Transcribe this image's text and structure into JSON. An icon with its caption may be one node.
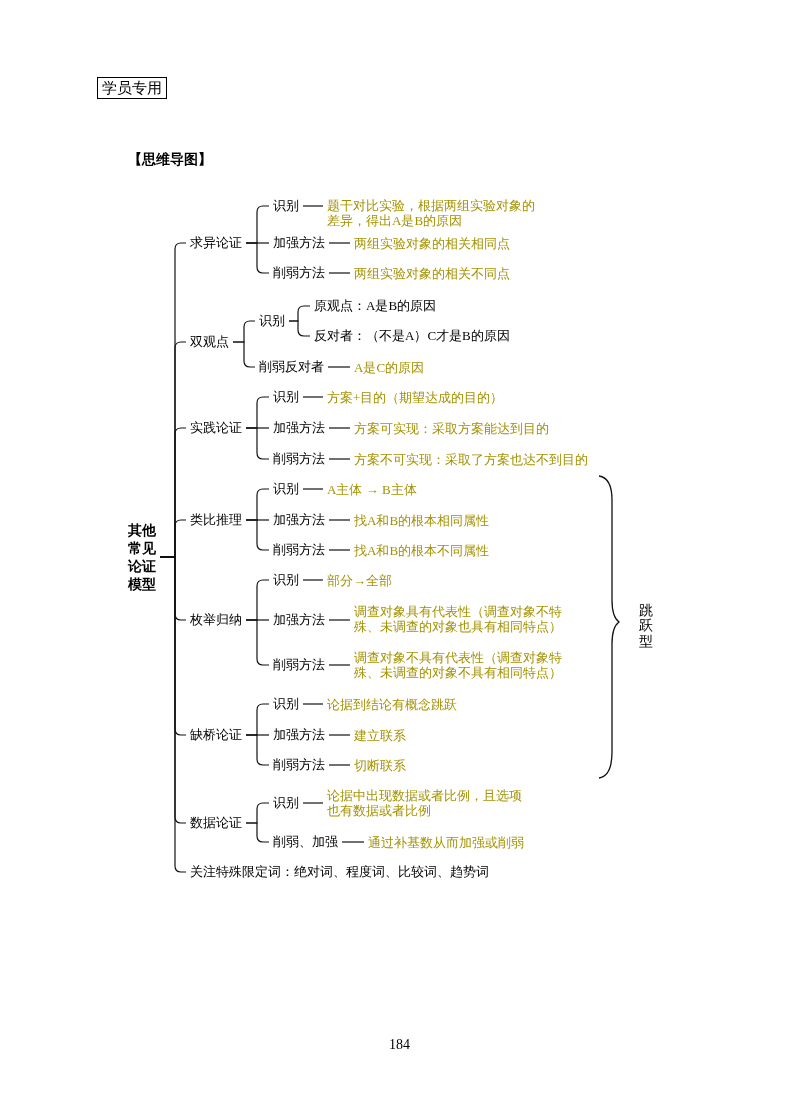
{
  "diagram": {
    "title": "【思维导图】",
    "nodes": [
      {
        "text": [
          "学员专用"
        ]
      },
      {
        "text": [
          "其他常见论证模型"
        ]
      },
      {
        "text": [
          "求异论证"
        ]
      },
      {
        "text": [
          "识别"
        ]
      },
      {
        "text": [
          "题干对比实验，根据两组实验对象的差异，得出A是B的原因"
        ]
      },
      {
        "text": [
          "加强方法"
        ]
      },
      {
        "text": [
          "两组实验对象的相关相同点"
        ]
      },
      {
        "text": [
          "削弱方法"
        ]
      },
      {
        "text": [
          "两组实验对象的相关不同点"
        ]
      },
      {
        "text": [
          "双观点"
        ]
      },
      {
        "text": [
          "识别"
        ]
      },
      {
        "text": [
          "原观点：A是B的原因"
        ]
      },
      {
        "text": [
          "反对者：（不是A）C才是B的原因"
        ]
      },
      {
        "text": [
          "削弱反对者"
        ]
      },
      {
        "text": [
          "A是C的原因"
        ]
      },
      {
        "text": [
          "实践论证"
        ]
      },
      {
        "text": [
          "识别"
        ]
      },
      {
        "text": [
          "方案+目的（期望达成的目的）"
        ]
      },
      {
        "text": [
          "加强方法"
        ]
      },
      {
        "text": [
          "方案可实现：采取方案能达到目的"
        ]
      },
      {
        "text": [
          "削弱方法"
        ]
      },
      {
        "text": [
          "方案不可实现：采取了方案也达不到目的"
        ]
      },
      {
        "text": [
          "类比推理"
        ]
      },
      {
        "text": [
          "识别"
        ]
      },
      {
        "text": [
          "A主体 → B主体"
        ]
      },
      {
        "text": [
          "加强方法"
        ]
      },
      {
        "text": [
          "找A和B的根本相同属性"
        ]
      },
      {
        "text": [
          "削弱方法"
        ]
      },
      {
        "text": [
          "找A和B的根本不同属性"
        ]
      },
      {
        "text": [
          "枚举归纳"
        ]
      },
      {
        "text": [
          "识别"
        ]
      },
      {
        "text": [
          "部分→全部"
        ]
      },
      {
        "text": [
          "加强方法"
        ]
      },
      {
        "text": [
          "调查对象具有代表性（调查对象不特殊、未调查的对象也具有相同特点）"
        ]
      },
      {
        "text": [
          "削弱方法"
        ]
      },
      {
        "text": [
          "调查对象不具有代表性（调查对象特殊、未调查的对象不具有相同特点）"
        ]
      },
      {
        "text": [
          "缺桥论证"
        ]
      },
      {
        "text": [
          "识别"
        ]
      },
      {
        "text": [
          "论据到结论有概念跳跃"
        ]
      },
      {
        "text": [
          "加强方法"
        ]
      },
      {
        "text": [
          "建立联系"
        ]
      },
      {
        "text": [
          "削弱方法"
        ]
      },
      {
        "text": [
          "切断联系"
        ]
      },
      {
        "text": [
          "数据论证"
        ]
      },
      {
        "text": [
          "识别"
        ]
      },
      {
        "text": [
          "论据中出现数据或者比例，且选项也有数据或者比例"
        ]
      },
      {
        "text": [
          "削弱、加强"
        ]
      },
      {
        "text": [
          "通过补基数从而加强或削弱"
        ]
      },
      {
        "text": [
          "关注特殊限定词：绝对词、程度词、比较词、趋势词"
        ]
      }
    ],
    "edges": [
      {
        "from": 1,
        "to": 2,
        "arrow": "none"
      },
      {
        "from": 2,
        "to": 3,
        "arrow": "none"
      },
      {
        "from": 3,
        "to": 4,
        "arrow": "none"
      },
      {
        "from": 2,
        "to": 5,
        "arrow": "none"
      },
      {
        "from": 5,
        "to": 6,
        "arrow": "none"
      },
      {
        "from": 2,
        "to": 7,
        "arrow": "none"
      },
      {
        "from": 7,
        "to": 8,
        "arrow": "none"
      },
      {
        "from": 1,
        "to": 9,
        "arrow": "none"
      },
      {
        "from": 9,
        "to": 10,
        "arrow": "none"
      },
      {
        "from": 10,
        "to": 11,
        "arrow": "none"
      },
      {
        "from": 10,
        "to": 12,
        "arrow": "none"
      },
      {
        "from": 9,
        "to": 13,
        "arrow": "none"
      },
      {
        "from": 13,
        "to": 14,
        "arrow": "none"
      },
      {
        "from": 1,
        "to": 15,
        "arrow": "none"
      },
      {
        "from": 15,
        "to": 16,
        "arrow": "none"
      },
      {
        "from": 16,
        "to": 17,
        "arrow": "none"
      },
      {
        "from": 15,
        "to": 18,
        "arrow": "none"
      },
      {
        "from": 18,
        "to": 19,
        "arrow": "none"
      },
      {
        "from": 15,
        "to": 20,
        "arrow": "none"
      },
      {
        "from": 20,
        "to": 21,
        "arrow": "none"
      },
      {
        "from": 1,
        "to": 22,
        "arrow": "none"
      },
      {
        "from": 22,
        "to": 23,
        "arrow": "none"
      },
      {
        "from": 23,
        "to": 24,
        "arrow": "none"
      },
      {
        "from": 22,
        "to": 25,
        "arrow": "none"
      },
      {
        "from": 25,
        "to": 26,
        "arrow": "none"
      },
      {
        "from": 22,
        "to": 27,
        "arrow": "none"
      },
      {
        "from": 27,
        "to": 28,
        "arrow": "none"
      },
      {
        "from": 1,
        "to": 29,
        "arrow": "none"
      },
      {
        "from": 29,
        "to": 30,
        "arrow": "none"
      },
      {
        "from": 30,
        "to": 31,
        "arrow": "none"
      },
      {
        "from": 29,
        "to": 32,
        "arrow": "none"
      },
      {
        "from": 32,
        "to": 33,
        "arrow": "none"
      },
      {
        "from": 29,
        "to": 34,
        "arrow": "none"
      },
      {
        "from": 34,
        "to": 35,
        "arrow": "none"
      },
      {
        "from": 1,
        "to": 36,
        "arrow": "none"
      },
      {
        "from": 36,
        "to": 37,
        "arrow": "none"
      },
      {
        "from": 37,
        "to": 38,
        "arrow": "none"
      },
      {
        "from": 36,
        "to": 39,
        "arrow": "none"
      },
      {
        "from": 39,
        "to": 40,
        "arrow": "none"
      },
      {
        "from": 36,
        "to": 41,
        "arrow": "none"
      },
      {
        "from": 41,
        "to": 42,
        "arrow": "none"
      },
      {
        "from": 1,
        "to": 43,
        "arrow": "none"
      },
      {
        "from": 43,
        "to": 44,
        "arrow": "none"
      },
      {
        "from": 44,
        "to": 45,
        "arrow": "none"
      },
      {
        "from": 43,
        "to": 46,
        "arrow": "none"
      },
      {
        "from": 46,
        "to": 47,
        "arrow": "none"
      },
      {
        "from": 1,
        "to": 48,
        "arrow": "none"
      }
    ],
    "labels": [
      "跳跃型",
      "184"
    ]
  }
}
